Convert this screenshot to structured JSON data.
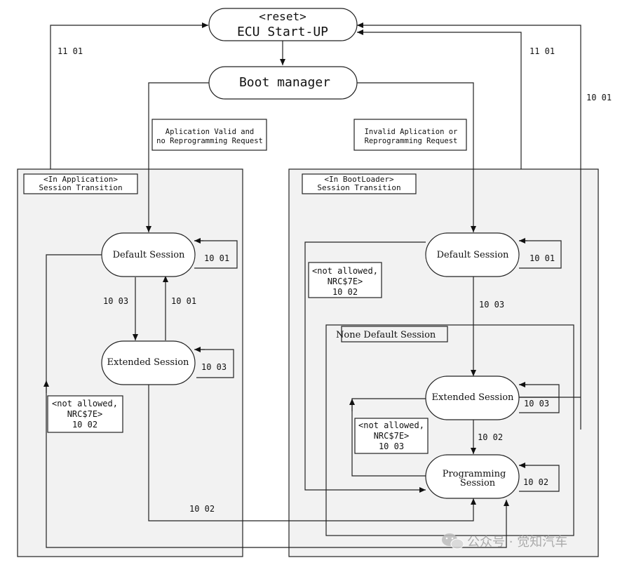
{
  "nodes": {
    "ecu_start_line1": "<reset>",
    "ecu_start_line2": "ECU Start-UP",
    "boot_manager": "Boot manager",
    "app_default_session": "Default Session",
    "app_extended_session": "Extended Session",
    "bl_default_session": "Default Session",
    "bl_extended_session": "Extended Session",
    "bl_programming_line1": "Programming",
    "bl_programming_line2": "Session"
  },
  "conditions": {
    "app_valid_line1": "Aplication Valid and",
    "app_valid_line2": "no Reprogramming Request",
    "invalid_app_line1": "Invalid Aplication or",
    "invalid_app_line2": "Reprogramming Request"
  },
  "panels": {
    "in_application_line1": "<In Application>",
    "in_application_line2": "Session Transition",
    "in_bootloader_line1": "<In BootLoader>",
    "in_bootloader_line2": "Session Transition",
    "none_default_session": "None Default Session"
  },
  "notes": {
    "app_not_allowed_line1": "<not allowed,",
    "app_not_allowed_line2": "NRC$7E>",
    "app_not_allowed_line3": "10 02",
    "bl_not_allowed_1_line1": "<not allowed,",
    "bl_not_allowed_1_line2": "NRC$7E>",
    "bl_not_allowed_1_line3": "10 02",
    "bl_not_allowed_2_line1": "<not allowed,",
    "bl_not_allowed_2_line2": "NRC$7E>",
    "bl_not_allowed_2_line3": "10 03"
  },
  "edge_labels": {
    "left_reset": "11 01",
    "right_reset": "11 01",
    "right_1001_outer": "10 01",
    "app_default_self": "10 01",
    "app_default_to_extended": "10 03",
    "app_extended_to_default": "10 01",
    "app_extended_self": "10 03",
    "app_to_programming": "10 02",
    "bl_default_self": "10 01",
    "bl_default_to_extended": "10 03",
    "bl_extended_self": "10 03",
    "bl_extended_to_programming": "10 02",
    "bl_programming_self": "10 02"
  },
  "watermark": {
    "text": "公众号 · 觉知汽车",
    "icon": "wechat-icon"
  }
}
